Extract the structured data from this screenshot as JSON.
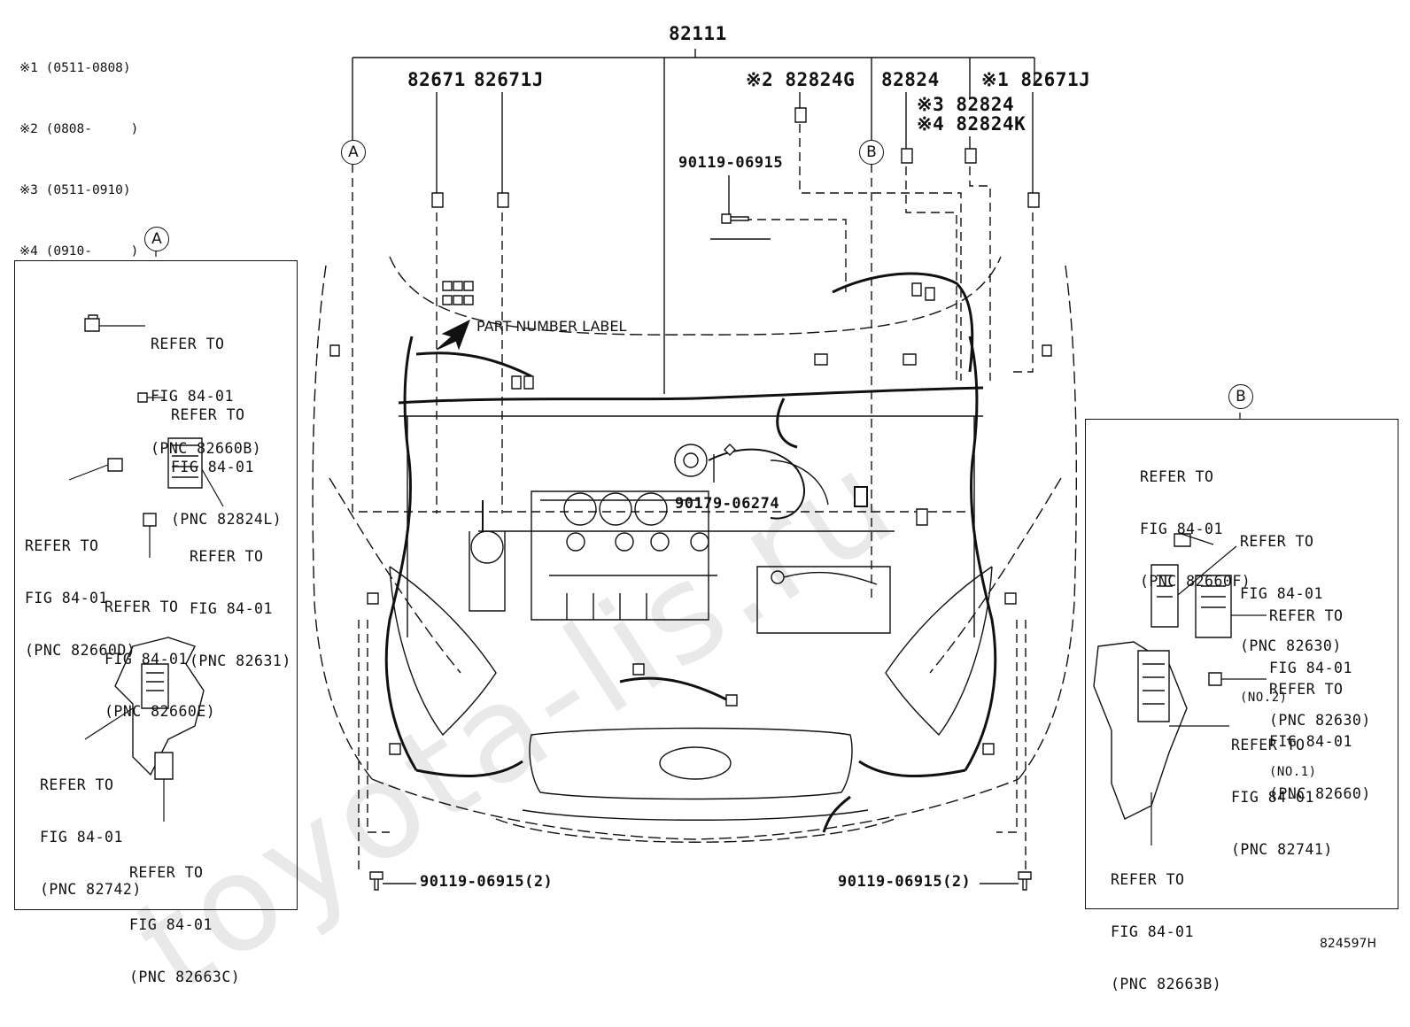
{
  "watermark": "toyota-lis.ru",
  "legend": [
    "※1 (0511-0808)",
    "※2 (0808-     )",
    "※3 (0511-0910)",
    "※4 (0910-     )"
  ],
  "parts": {
    "main_harness": "82111",
    "p82671": "82671",
    "p82671J": "82671J",
    "p82824G": "※2 82824G",
    "p82824": "82824",
    "p82671J_n1": "※1 82671J",
    "p82824_n3": "※3 82824",
    "p82824K_n4": "※4 82824K",
    "bolt_top": "90119-06915",
    "clip_center": "90179-06274",
    "bolt_left": "90119-06915(2)",
    "bolt_right": "90119-06915(2)"
  },
  "part_number_label": "PART NUMBER LABEL",
  "callouts": {
    "a": "A",
    "b": "B"
  },
  "panel_a": {
    "tag": "A",
    "refs": [
      [
        "REFER TO",
        "FIG 84-01",
        "(PNC 82660B)"
      ],
      [
        "REFER TO",
        "FIG 84-01",
        "(PNC 82824L)"
      ],
      [
        "REFER TO",
        "FIG 84-01",
        "(PNC 82660D)"
      ],
      [
        "REFER TO",
        "FIG 84-01",
        "(PNC 82631)"
      ],
      [
        "REFER TO",
        "FIG 84-01",
        "(PNC 82660E)"
      ],
      [
        "REFER TO",
        "FIG 84-01",
        "(PNC 82742)"
      ],
      [
        "REFER TO",
        "FIG 84-01",
        "(PNC 82663C)"
      ]
    ]
  },
  "panel_b": {
    "tag": "B",
    "refs": [
      [
        "REFER TO",
        "FIG 84-01",
        "(PNC 82660F)"
      ],
      [
        "REFER TO",
        "FIG 84-01",
        "(PNC 82630)",
        "(NO.2)"
      ],
      [
        "REFER TO",
        "FIG 84-01",
        "(PNC 82630)",
        "(NO.1)"
      ],
      [
        "REFER TO",
        "FIG 84-01",
        "(PNC 82660)"
      ],
      [
        "REFER TO",
        "FIG 84-01",
        "(PNC 82741)"
      ],
      [
        "REFER TO",
        "FIG 84-01",
        "(PNC 82663B)"
      ]
    ]
  },
  "diagram_code": "824597H"
}
